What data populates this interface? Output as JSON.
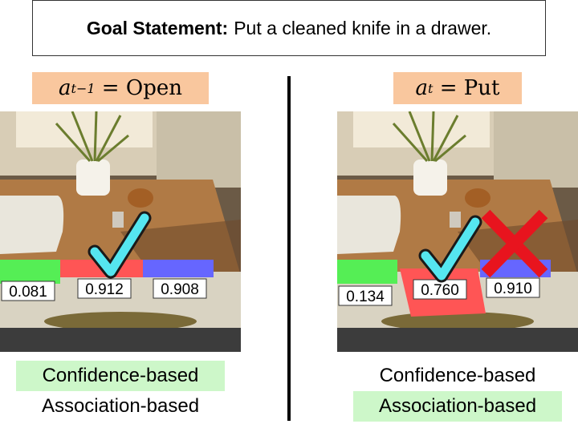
{
  "goal": {
    "label": "Goal Statement:",
    "text": "Put a cleaned knife in a drawer."
  },
  "left_panel": {
    "action_symbol": "a",
    "action_subscript": "t−1",
    "action_eq": " = ",
    "action_name": "Open",
    "scores": [
      "0.081",
      "0.912",
      "0.908"
    ],
    "marker": "check-mark",
    "methods": [
      {
        "label": "Confidence-based",
        "highlighted": true
      },
      {
        "label": "Association-based",
        "highlighted": false
      }
    ]
  },
  "right_panel": {
    "action_symbol": "a",
    "action_subscript": "t",
    "action_eq": " = ",
    "action_name": "Put",
    "scores": [
      "0.134",
      "0.760",
      "0.910"
    ],
    "markers": [
      "check-mark",
      "cross-mark"
    ],
    "methods": [
      {
        "label": "Confidence-based",
        "highlighted": false
      },
      {
        "label": "Association-based",
        "highlighted": true
      }
    ]
  },
  "colors": {
    "action_label_bg": "#f9c79e",
    "method_highlight": "#cdf7c9",
    "drawer_green": "#55ee55",
    "drawer_red": "#ff5555",
    "drawer_blue": "#6666ff",
    "check": "#55e6f0",
    "cross": "#e8141e"
  }
}
